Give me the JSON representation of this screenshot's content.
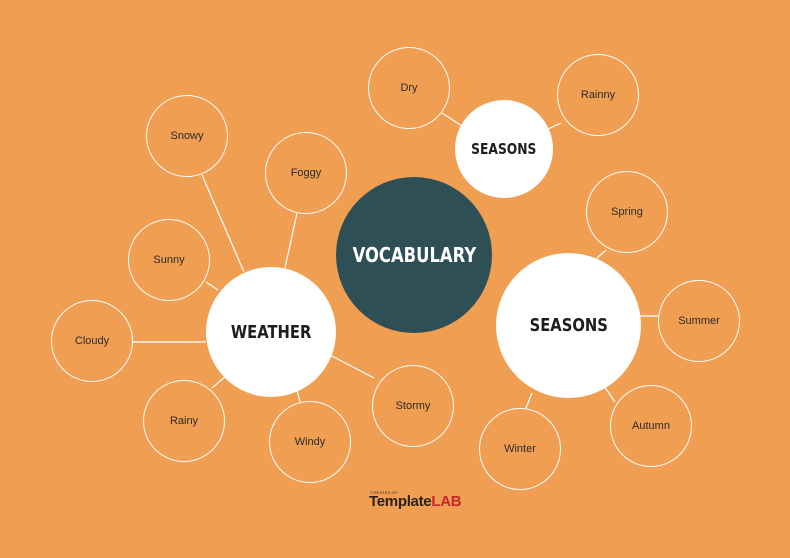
{
  "colors": {
    "background": "#F09E52",
    "center_fill": "#2E4F56",
    "hub_fill": "#FFFFFF",
    "leaf_border": "#FFFFFF",
    "logo_accent": "#C8262B"
  },
  "center": {
    "label": "VOCABULARY"
  },
  "hubs": {
    "weather": {
      "label": "WEATHER"
    },
    "seasons_top": {
      "label": "SEASONS"
    },
    "seasons_right": {
      "label": "SEASONS"
    }
  },
  "leaves": {
    "weather": [
      "Snowy",
      "Foggy",
      "Sunny",
      "Cloudy",
      "Rainy",
      "Windy",
      "Stormy"
    ],
    "seasons_top": [
      "Dry",
      "Rainny"
    ],
    "seasons_right": [
      "Spring",
      "Summer",
      "Autumn",
      "Winter"
    ]
  },
  "logo": {
    "created_by": "CREATED BY",
    "brand_part1": "Template",
    "brand_part2": "LAB"
  }
}
